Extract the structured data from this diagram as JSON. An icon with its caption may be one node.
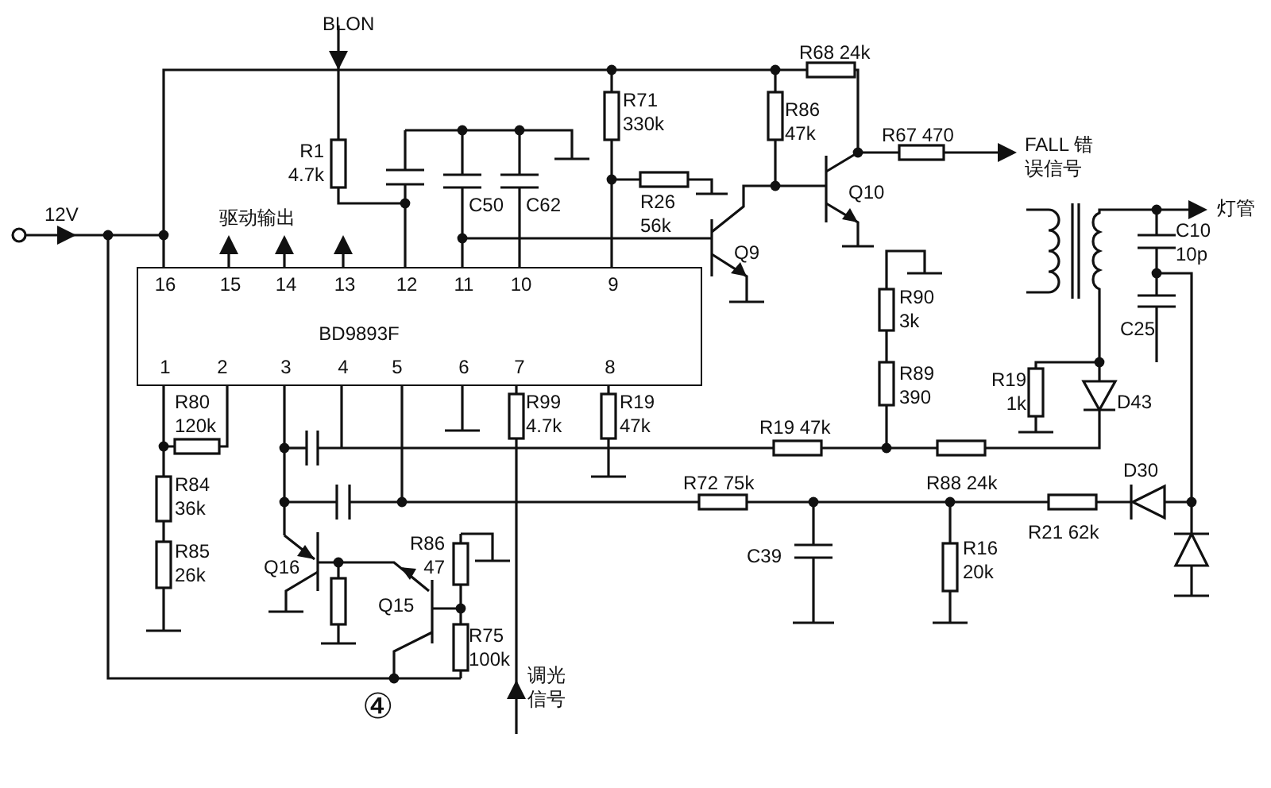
{
  "diagram": {
    "nodes": [
      {
        "text": [
          "16",
          "15",
          "14",
          "13",
          "12",
          "11",
          "10",
          "9",
          "BD9893F",
          "1",
          "2",
          "3",
          "4",
          "5",
          "6",
          "7",
          "8"
        ]
      }
    ],
    "labels": [
      "BLON",
      "R68 24k",
      "R71 330k",
      "R86 47k",
      "R1 4.7k",
      "R67 470",
      "FALL 错误信号",
      "C50",
      "C62",
      "R26 56k",
      "12V",
      "驱动输出",
      "Q10",
      "灯管",
      "C10 10p",
      "Q9",
      "R90 3k",
      "C25",
      "R80 120k",
      "R99 4.7k",
      "R19 47k",
      "R89 390",
      "R19 1k",
      "D43",
      "R19 47k",
      "R72 75k",
      "R88 24k",
      "R84 36k",
      "D30",
      "R21 62k",
      "R85 26k",
      "R86 47",
      "Q16",
      "C39",
      "R16 20k",
      "Q15",
      "R75 100k",
      "调光信号",
      "④"
    ]
  }
}
